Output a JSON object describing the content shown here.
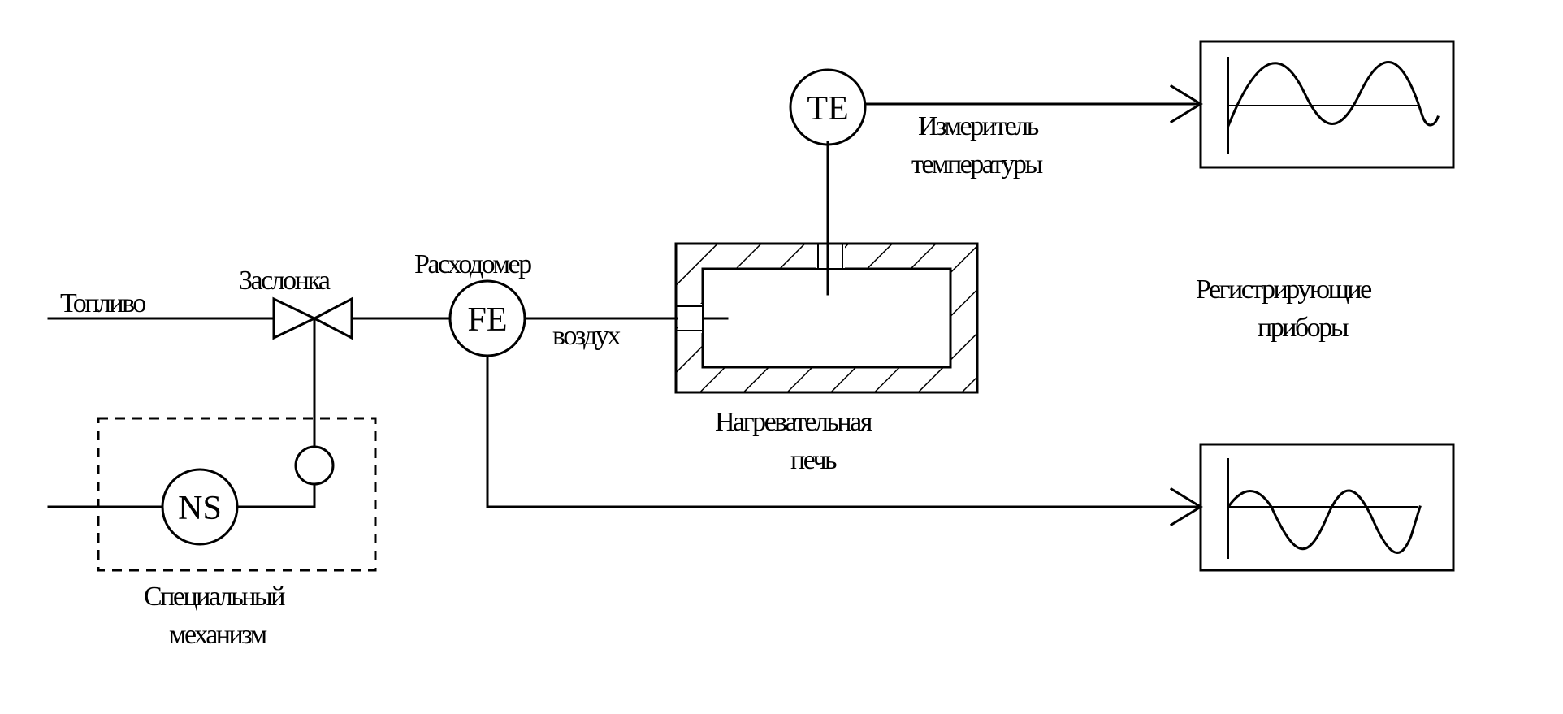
{
  "labels": {
    "fuel": "Топливо",
    "damper": "Заслонка",
    "flowmeter": "Расходомер",
    "air": "воздух",
    "furnace_line1": "Нагревательная",
    "furnace_line2": "печь",
    "temp_meter_line1": "Измеритель",
    "temp_meter_line2": "температуры",
    "recorders_line1": "Регистрирующие",
    "recorders_line2": "приборы",
    "mechanism_line1": "Специальный",
    "mechanism_line2": "механизм"
  },
  "symbols": {
    "te": "TE",
    "fe": "FE",
    "ns": "NS"
  }
}
